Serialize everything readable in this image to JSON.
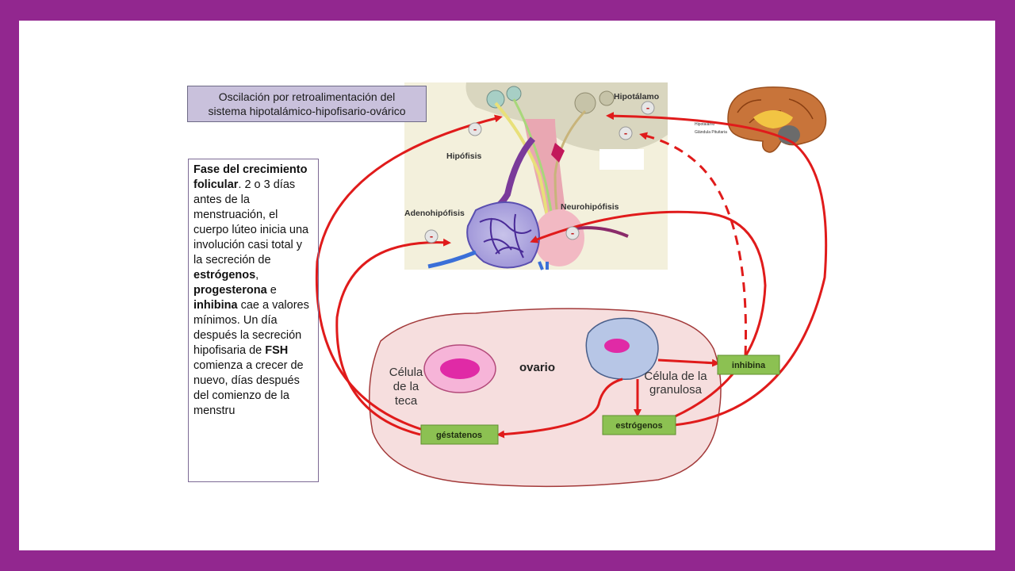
{
  "title": {
    "line1": "Oscilación por retroalimentación del",
    "line2": "sistema hipotalámico-hipofisario-ovárico"
  },
  "text_box": {
    "t1": "Fase del crecimiento folicular",
    "t2": ". 2 o 3 días antes de la menstruación, el cuerpo lúteo inicia una involución casi total y la secreción de ",
    "t3": "estrógenos",
    "t4": ", ",
    "t5": "progesterona",
    "t6": " e ",
    "t7": "inhibina",
    "t8": " cae a valores mínimos. Un día después la secreción hipofisaria de ",
    "t9": "FSH",
    "t10": " comienza a crecer de nuevo, días después del comienzo de la menstru"
  },
  "labels": {
    "hipotalamo": "Hipotálamo",
    "hipofisis": "Hipófisis",
    "adenohipofisis": "Adenohipófisis",
    "neurohipofisis": "Neurohipófisis",
    "ovario": "ovario",
    "celula_teca_1": "Célula",
    "celula_teca_2": "de la",
    "celula_teca_3": "teca",
    "celula_granulosa_1": "Célula de la",
    "celula_granulosa_2": "granulosa",
    "brain_hipotalamo": "Hipotálamo",
    "brain_glandula": "Glándula Pituitaria"
  },
  "hormone_boxes": {
    "inhibina": "inhibina",
    "estrogenos": "estrógenos",
    "gestagenos": "géstatenos"
  },
  "feedback_sign": "-",
  "colors": {
    "frame": "#92278f",
    "arrow": "#e01b1b",
    "hormone_box": "#8cc152",
    "ovary_fill": "#f6dede",
    "title_fill": "#c9c1dc"
  }
}
